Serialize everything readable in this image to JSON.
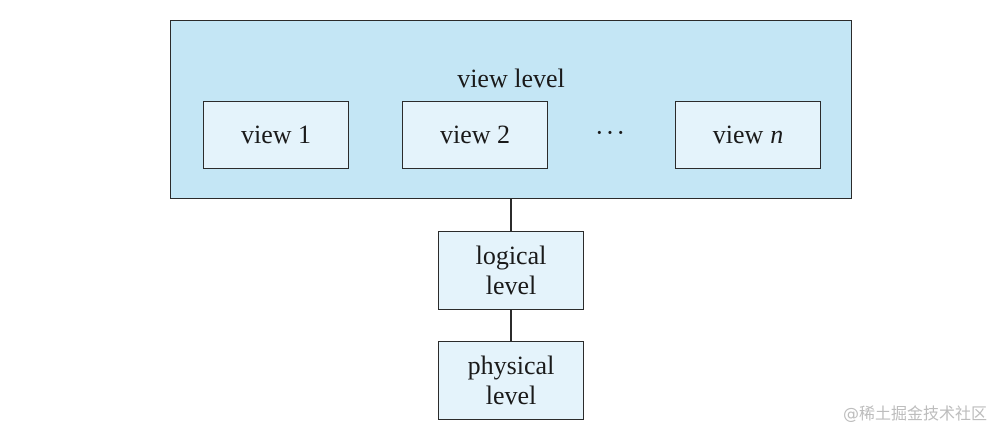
{
  "diagram": {
    "view_level": {
      "title": "view level",
      "views": [
        {
          "label": "view 1"
        },
        {
          "label": "view 2"
        },
        {
          "label": "view",
          "suffix_italic": "n"
        }
      ],
      "ellipsis": "···"
    },
    "logical_level": {
      "label": "logical\nlevel"
    },
    "physical_level": {
      "label": "physical\nlevel"
    },
    "colors": {
      "outer_fill": "#c4e6f5",
      "inner_fill": "#e4f3fb",
      "stroke": "#2b2b2b"
    }
  },
  "watermark": {
    "text": "@稀土掘金技术社区"
  }
}
